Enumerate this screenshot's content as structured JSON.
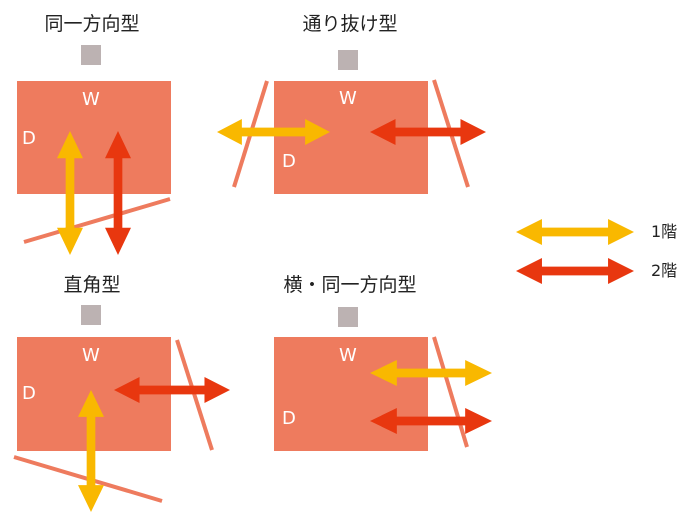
{
  "colors": {
    "building": "#ee7b5e",
    "road": "#ee7b5e",
    "entrance": "#bcb2b2",
    "floor1": "#f9b800",
    "floor2": "#e8370f",
    "label_text": "#ffffff"
  },
  "diagrams": [
    {
      "title": "同一方向型",
      "w_label": "W",
      "d_label": "D"
    },
    {
      "title": "通り抜け型",
      "w_label": "W",
      "d_label": "D"
    },
    {
      "title": "直角型",
      "w_label": "W",
      "d_label": "D"
    },
    {
      "title": "横・同一方向型",
      "w_label": "W",
      "d_label": "D"
    }
  ],
  "legend": [
    {
      "label": "1階",
      "color": "#f9b800"
    },
    {
      "label": "2階",
      "color": "#e8370f"
    }
  ]
}
